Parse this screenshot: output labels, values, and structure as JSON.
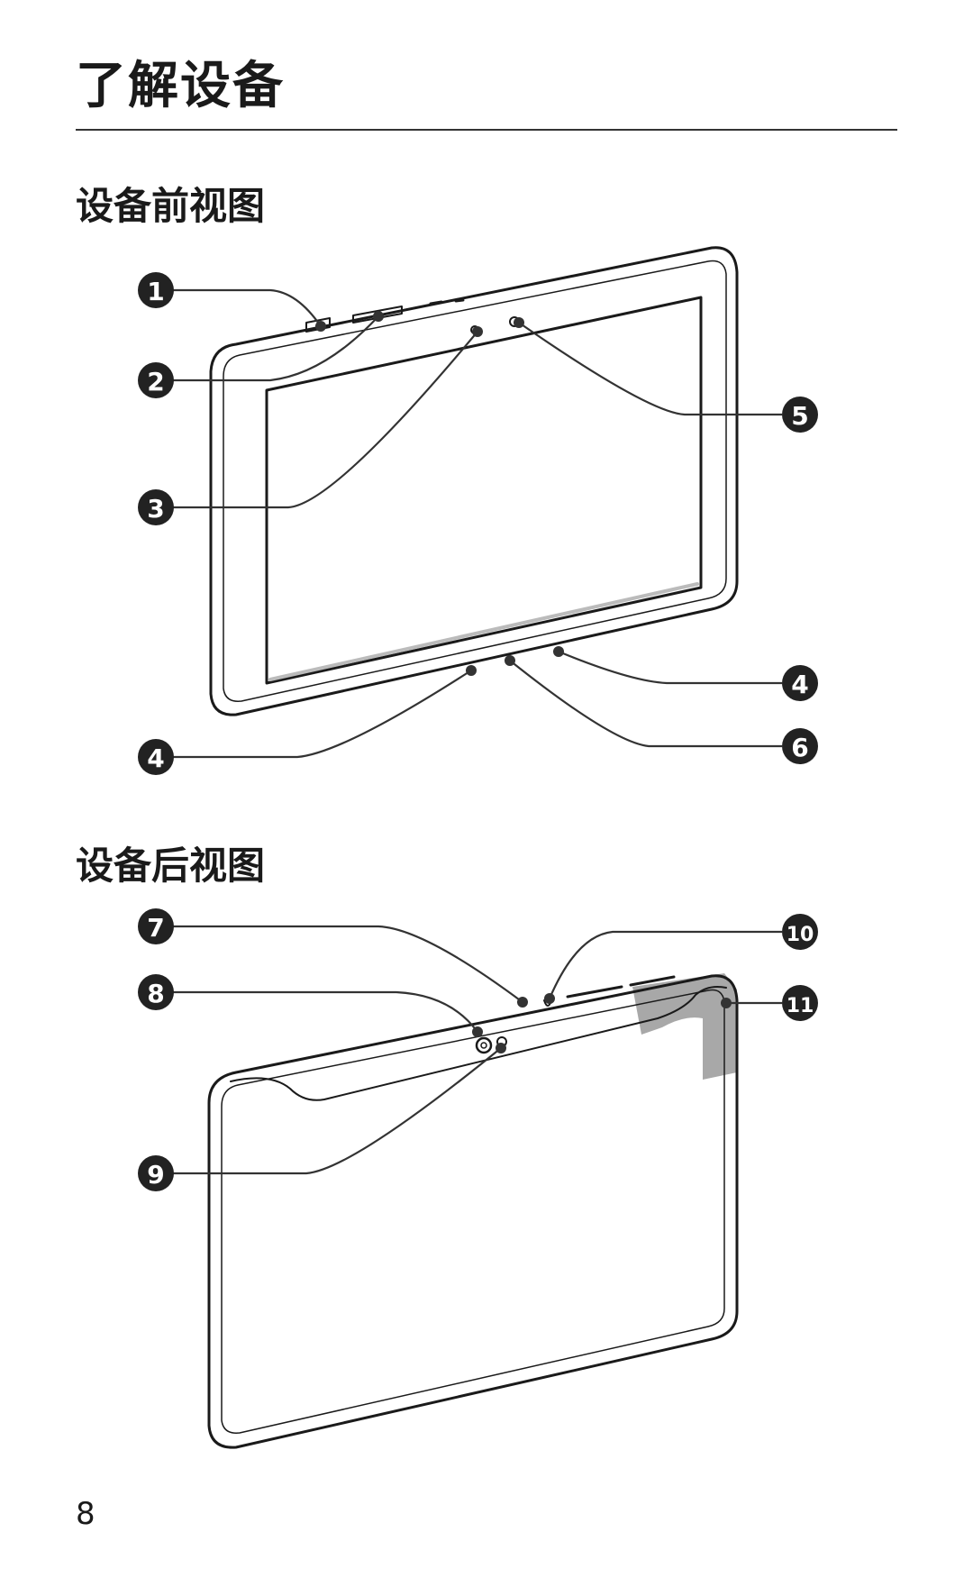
{
  "page": {
    "title": "了解设备",
    "number": "8"
  },
  "front_view": {
    "heading": "设备前视图",
    "callouts": [
      "1",
      "2",
      "3",
      "4",
      "5",
      "6"
    ]
  },
  "back_view": {
    "heading": "设备后视图",
    "callouts": [
      "7",
      "8",
      "9",
      "10",
      "11"
    ]
  },
  "colors": {
    "ink": "#1a1a1a",
    "callout_fill": "#222222",
    "highlight_gray": "#a8a8a8"
  }
}
